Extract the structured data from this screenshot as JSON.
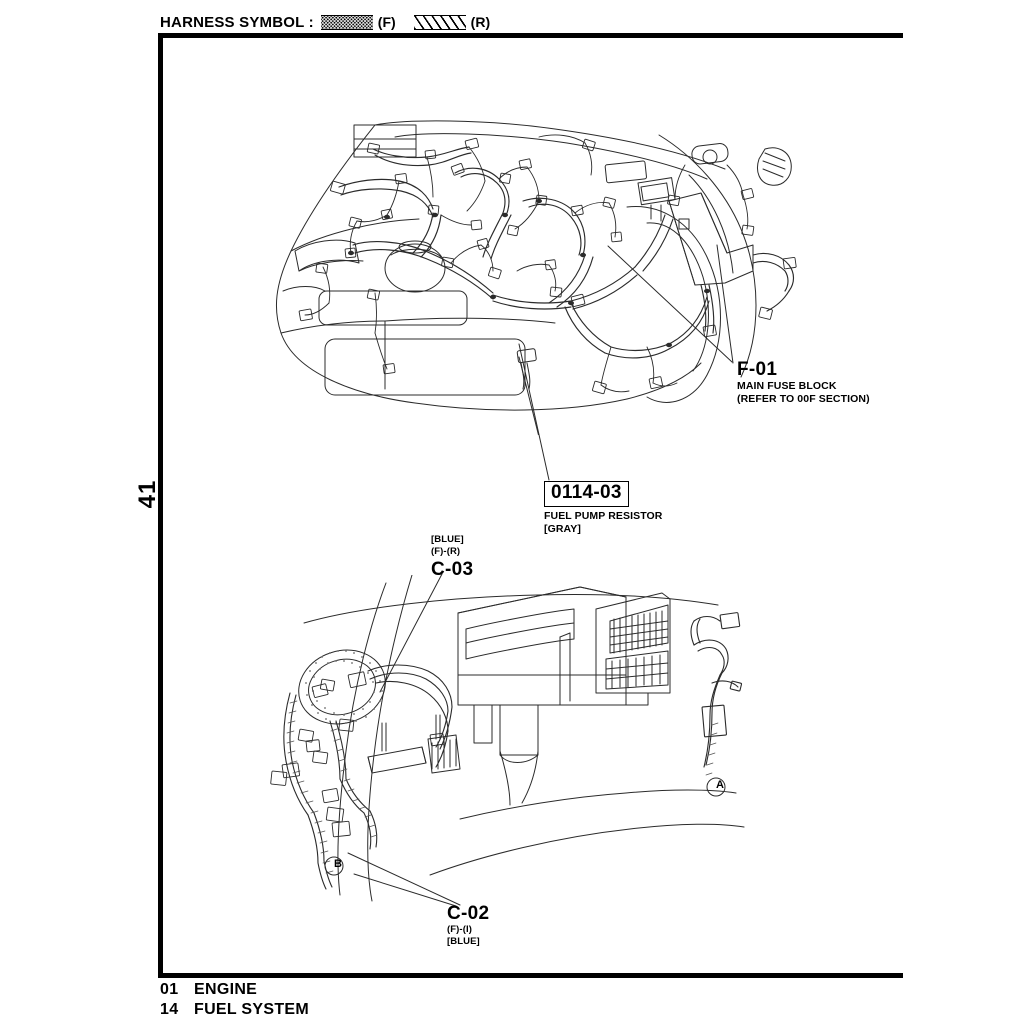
{
  "header": {
    "harness_symbol_label": "HARNESS SYMBOL :",
    "symbols": [
      {
        "pattern": "dotted",
        "tag": "(F)"
      },
      {
        "pattern": "diagonal-hatch",
        "tag": "(R)"
      }
    ]
  },
  "page_number": "41",
  "callouts": {
    "f01": {
      "code": "F-01",
      "name": "MAIN FUSE BLOCK",
      "reference": "(REFER TO 00F SECTION)"
    },
    "fuel_pump_resistor": {
      "code": "0114-03",
      "name": "FUEL PUMP RESISTOR",
      "color": "[GRAY]"
    },
    "c03": {
      "color": "[BLUE]",
      "route": "(F)-(R)",
      "code": "C-03"
    },
    "c02": {
      "code": "C-02",
      "route": "(F)-(I)",
      "color": "[BLUE]"
    }
  },
  "markers": {
    "a": "A",
    "b": "B"
  },
  "footer": {
    "rows": [
      {
        "number": "01",
        "text": "ENGINE"
      },
      {
        "number": "14",
        "text": "FUEL SYSTEM"
      }
    ]
  },
  "colors": {
    "ink": "#000000",
    "line": "#2b2b2b",
    "paper": "#ffffff"
  }
}
